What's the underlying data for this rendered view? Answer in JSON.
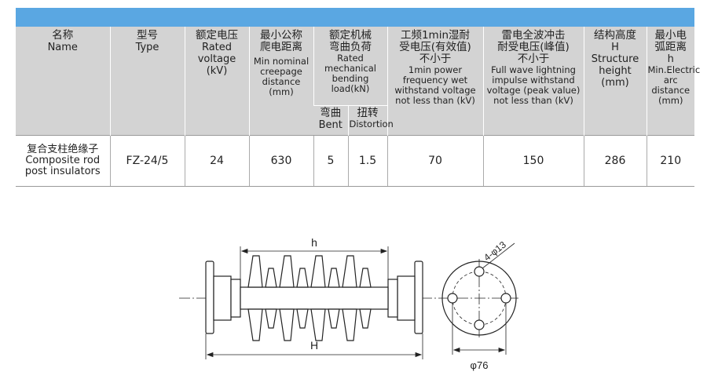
{
  "table": {
    "headers": {
      "name": {
        "zh": "名称",
        "en": "Name"
      },
      "type": {
        "zh": "型号",
        "en": "Type"
      },
      "voltage": {
        "zh": "额定电压",
        "en1": "Rated",
        "en2": "voltage",
        "en3": "(kV)"
      },
      "creepage": {
        "zh1": "最小公称",
        "zh2": "爬电距离",
        "en1": "Min nominal",
        "en2": "creepage",
        "en3": "distance",
        "en4": "(mm)"
      },
      "load": {
        "zh1": "额定机械",
        "zh2": "弯曲负荷",
        "en1": "Rated",
        "en2": "mechanical",
        "en3": "bending load(kN)",
        "bent_zh": "弯曲",
        "bent_en": "Bent",
        "dist_zh": "扭转",
        "dist_en": "Distortion"
      },
      "power": {
        "zh1": "工频1min湿耐",
        "zh2": "受电压(有效值)",
        "zh3": "不小于",
        "en1": "1min power",
        "en2": "frequency wet",
        "en3": "withstand voltage",
        "en4": "not less than (kV)"
      },
      "impulse": {
        "zh1": "雷电全波冲击",
        "zh2": "耐受电压(峰值)",
        "zh3": "不小于",
        "en1": "Full wave lightning",
        "en2": "impulse withstand",
        "en3": "voltage (peak value)",
        "en4": "not less than (kV)"
      },
      "height": {
        "zh": "结构高度",
        "sym": "H",
        "en1": "Structure",
        "en2": "height",
        "en3": "(mm)"
      },
      "arc": {
        "zh1": "最小电",
        "zh2": "弧距离",
        "sym": "h",
        "en1": "Min.Electric",
        "en2": "arc distance",
        "en3": "(mm)"
      }
    },
    "row": {
      "name_zh": "复合支柱绝缘子",
      "name_en1": "Composite rod",
      "name_en2": "post insulators",
      "type": "FZ-24/5",
      "voltage": "24",
      "creepage": "630",
      "bent": "5",
      "distortion": "1.5",
      "power": "70",
      "impulse": "150",
      "height": "286",
      "arc": "210"
    }
  },
  "drawing": {
    "label_h": "h",
    "label_H": "H",
    "label_holes": "4-φ13",
    "label_diameter": "φ76"
  },
  "colors": {
    "accent_bar": "#5aa7e2",
    "header_bg": "#d3d3d3"
  }
}
